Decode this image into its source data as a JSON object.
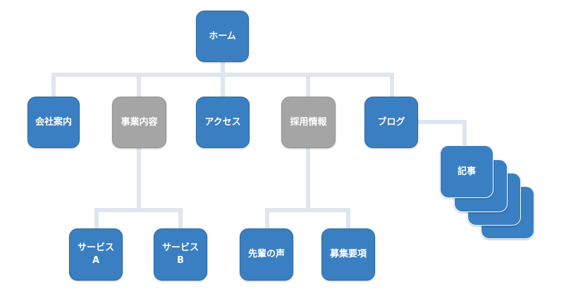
{
  "colors": {
    "blue": "#3a7fc1",
    "gray": "#a5a5a5",
    "connector": "#dfe6f0",
    "text": "#ffffff"
  },
  "nodes": {
    "home": "ホーム",
    "company": "会社案内",
    "business": "事業内容",
    "access": "アクセス",
    "recruit": "採用情報",
    "blog": "ブログ",
    "article": "記事",
    "service_a": "サービス\nA",
    "service_b": "サービス\nB",
    "senior_voice": "先輩の声",
    "job_listing": "募集要項"
  }
}
